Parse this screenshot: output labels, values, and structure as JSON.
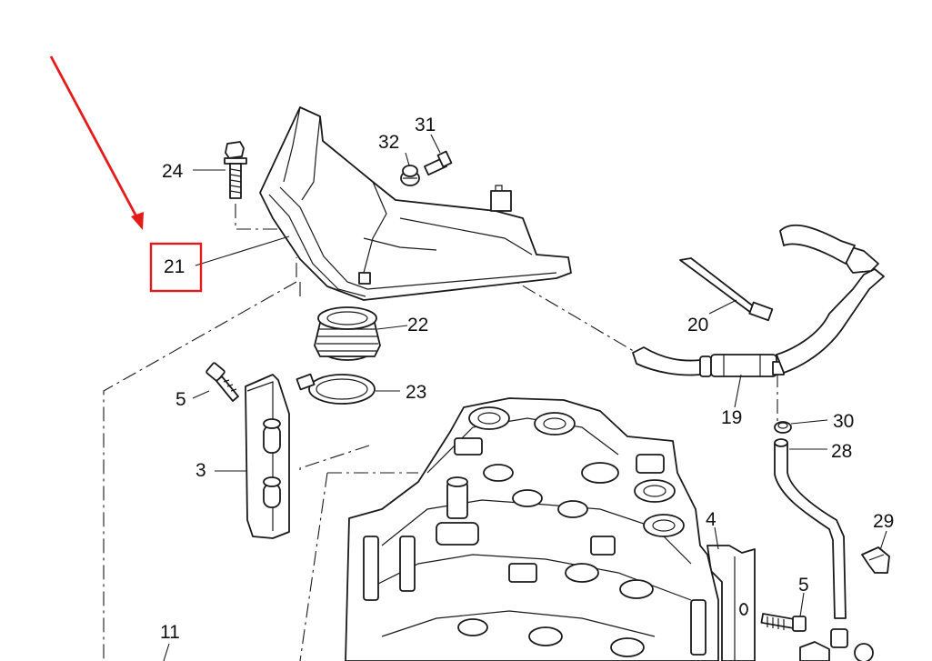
{
  "callouts": {
    "p3": "3",
    "p4": "4",
    "p5a": "5",
    "p5b": "5",
    "p11": "11",
    "p19": "19",
    "p20": "20",
    "p21": "21",
    "p22": "22",
    "p23": "23",
    "p24": "24",
    "p28": "28",
    "p29": "29",
    "p30": "30",
    "p31": "31",
    "p32": "32"
  },
  "highlight": {
    "part": "21",
    "color": "#e41b1b"
  },
  "colors": {
    "linework": "#1a1a1a",
    "background": "#ffffff",
    "annotation": "#e41b1b"
  }
}
